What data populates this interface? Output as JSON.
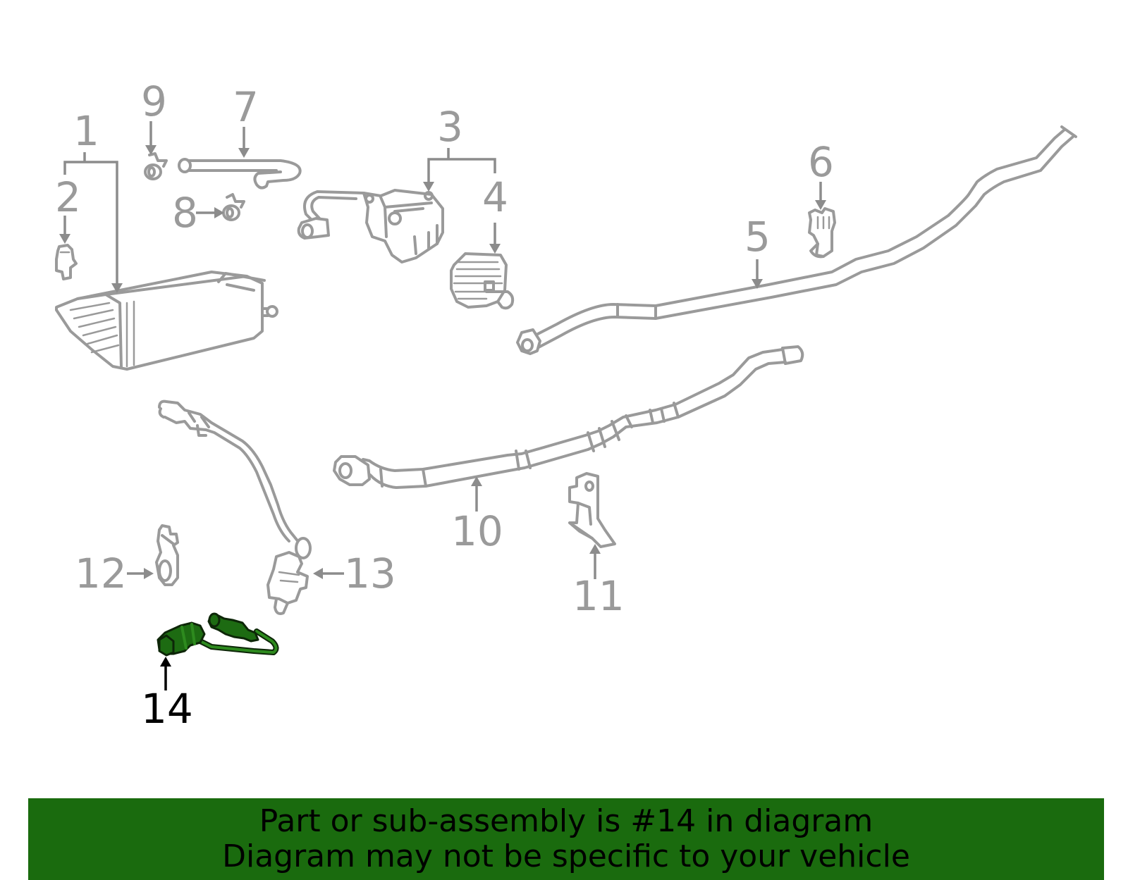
{
  "callouts": {
    "c1": "1",
    "c2": "2",
    "c3": "3",
    "c4": "4",
    "c5": "5",
    "c6": "6",
    "c7": "7",
    "c8": "8",
    "c9": "9",
    "c10": "10",
    "c11": "11",
    "c12": "12",
    "c13": "13",
    "c14": "14"
  },
  "highlighted_part": "14",
  "colors": {
    "highlight": "#1a6b0e",
    "parts": "#9a9a9a",
    "banner_bg": "#1a6b0e"
  },
  "banner": {
    "line1": "Part or sub-assembly is #14 in diagram",
    "line2": "Diagram may not be specific to your vehicle"
  }
}
